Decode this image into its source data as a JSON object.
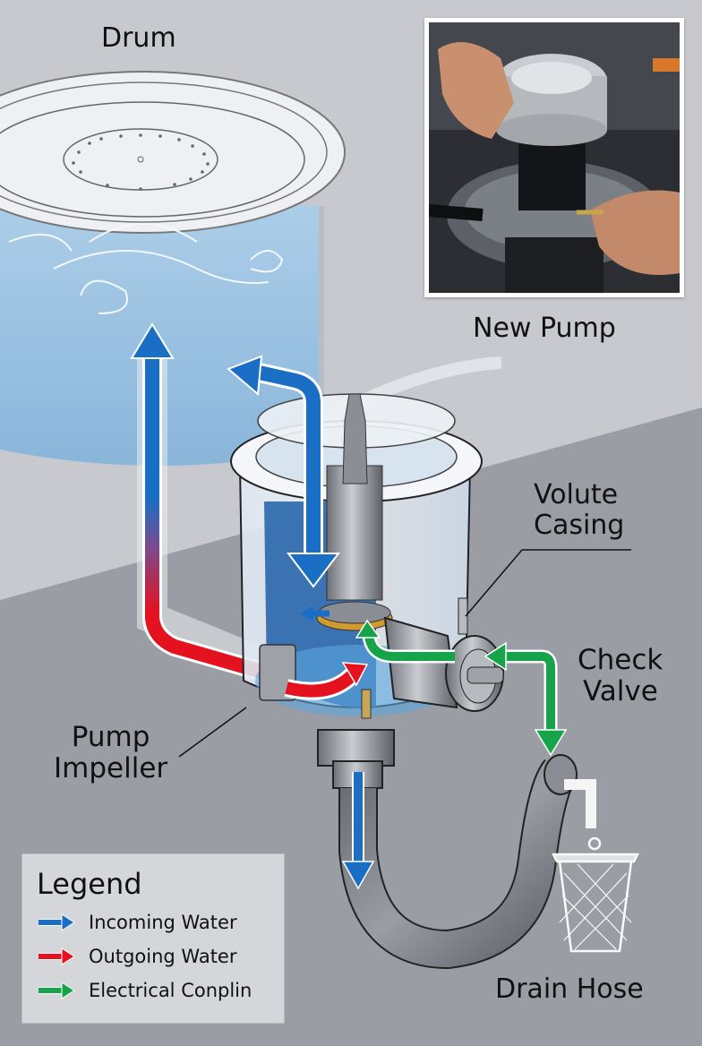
{
  "diagram": {
    "title": "Washing machine drain pump water flow",
    "labels": {
      "drum": "Drum",
      "new_pump": "New Pump",
      "volute_casing_line1": "Volute",
      "volute_casing_line2": "Casing",
      "check_valve_line1": "Check",
      "check_valve_line2": "Valve",
      "pump_impeller_line1": "Pump",
      "pump_impeller_line2": "Impeller",
      "drain_hose": "Drain Hose"
    },
    "photo": {
      "subject": "Hands installing a new pump assembly",
      "icon": "photo-inset"
    },
    "legend": {
      "title": "Legend",
      "items": [
        {
          "label": "Incoming Water",
          "color": "#1a6fc4",
          "icon": "arrow-right-icon"
        },
        {
          "label": "Outgoing Water",
          "color": "#e3121e",
          "icon": "arrow-right-icon"
        },
        {
          "label": "Electrical Conplin",
          "color": "#17a34a",
          "icon": "arrow-right-icon"
        }
      ]
    },
    "colors": {
      "incoming": "#1a6fc4",
      "outgoing": "#e3121e",
      "electrical": "#17a34a",
      "background_light": "#c7c9cf",
      "background_dark": "#9b9da4",
      "water": "#8fc0e6"
    }
  }
}
